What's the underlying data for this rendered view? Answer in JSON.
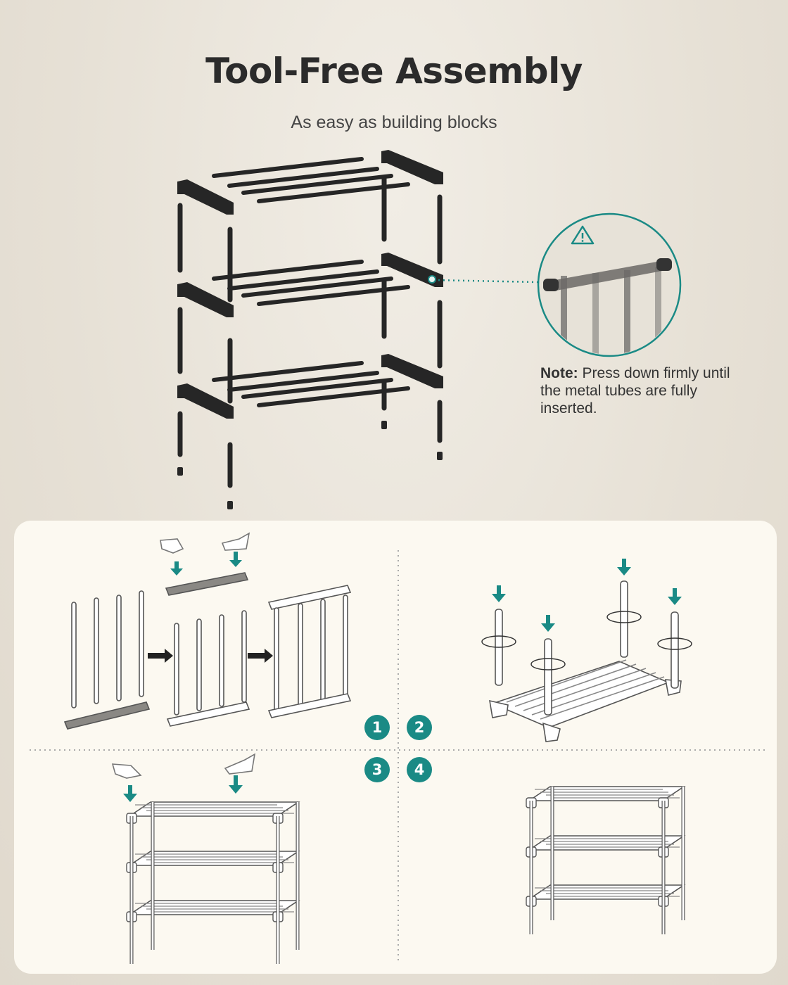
{
  "header": {
    "title": "Tool-Free Assembly",
    "subtitle": "As easy as building blocks"
  },
  "note": {
    "label": "Note:",
    "text": "Press down firmly until the metal tubes are fully inserted."
  },
  "steps": [
    "1",
    "2",
    "3",
    "4"
  ],
  "colors": {
    "accent": "#1a8a85",
    "frame_dark": "#2a2a2a",
    "panel_bg": "#fcf9f1",
    "page_bg": "#e6e0d5"
  },
  "icons": {
    "warning": "warning-triangle-icon",
    "arrow": "arrow-right-icon",
    "press": "press-down-arrow-icon",
    "rotate": "rotate-icon",
    "hand": "hand-icon"
  }
}
